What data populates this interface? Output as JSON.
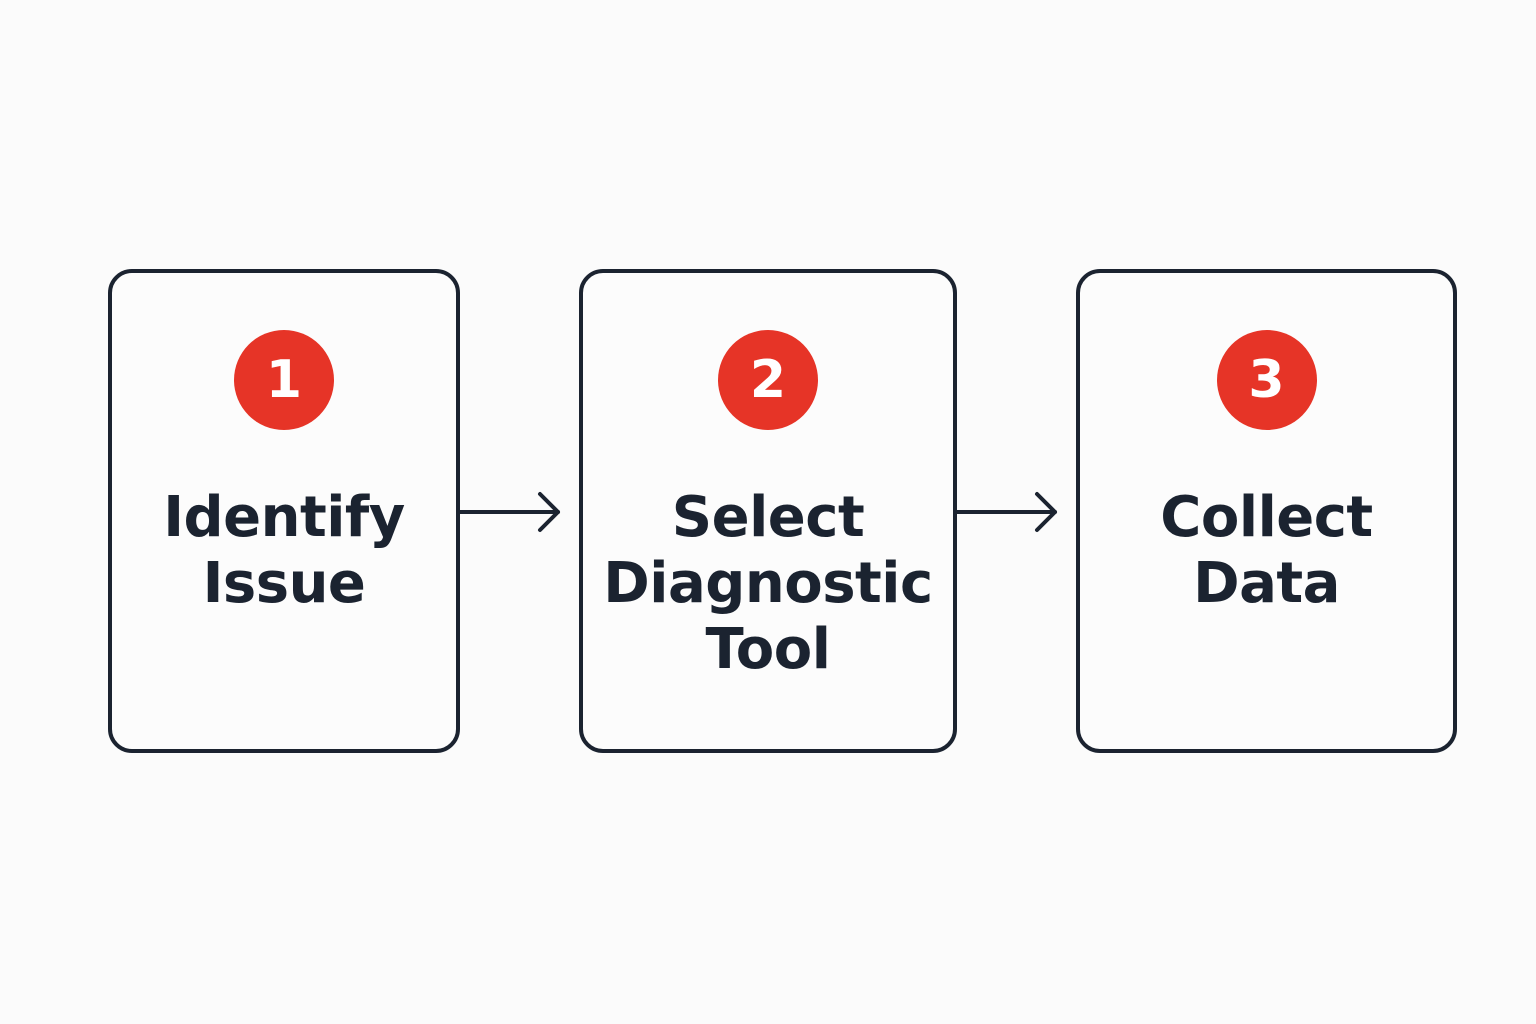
{
  "colors": {
    "badge": "#e63427",
    "stroke": "#1b2330",
    "background": "#fbfbfb"
  },
  "steps": [
    {
      "number": "1",
      "label_lines": [
        "Identify",
        "Issue"
      ]
    },
    {
      "number": "2",
      "label_lines": [
        "Select",
        "Diagnostic",
        "Tool"
      ]
    },
    {
      "number": "3",
      "label_lines": [
        "Collect",
        "Data"
      ]
    }
  ]
}
